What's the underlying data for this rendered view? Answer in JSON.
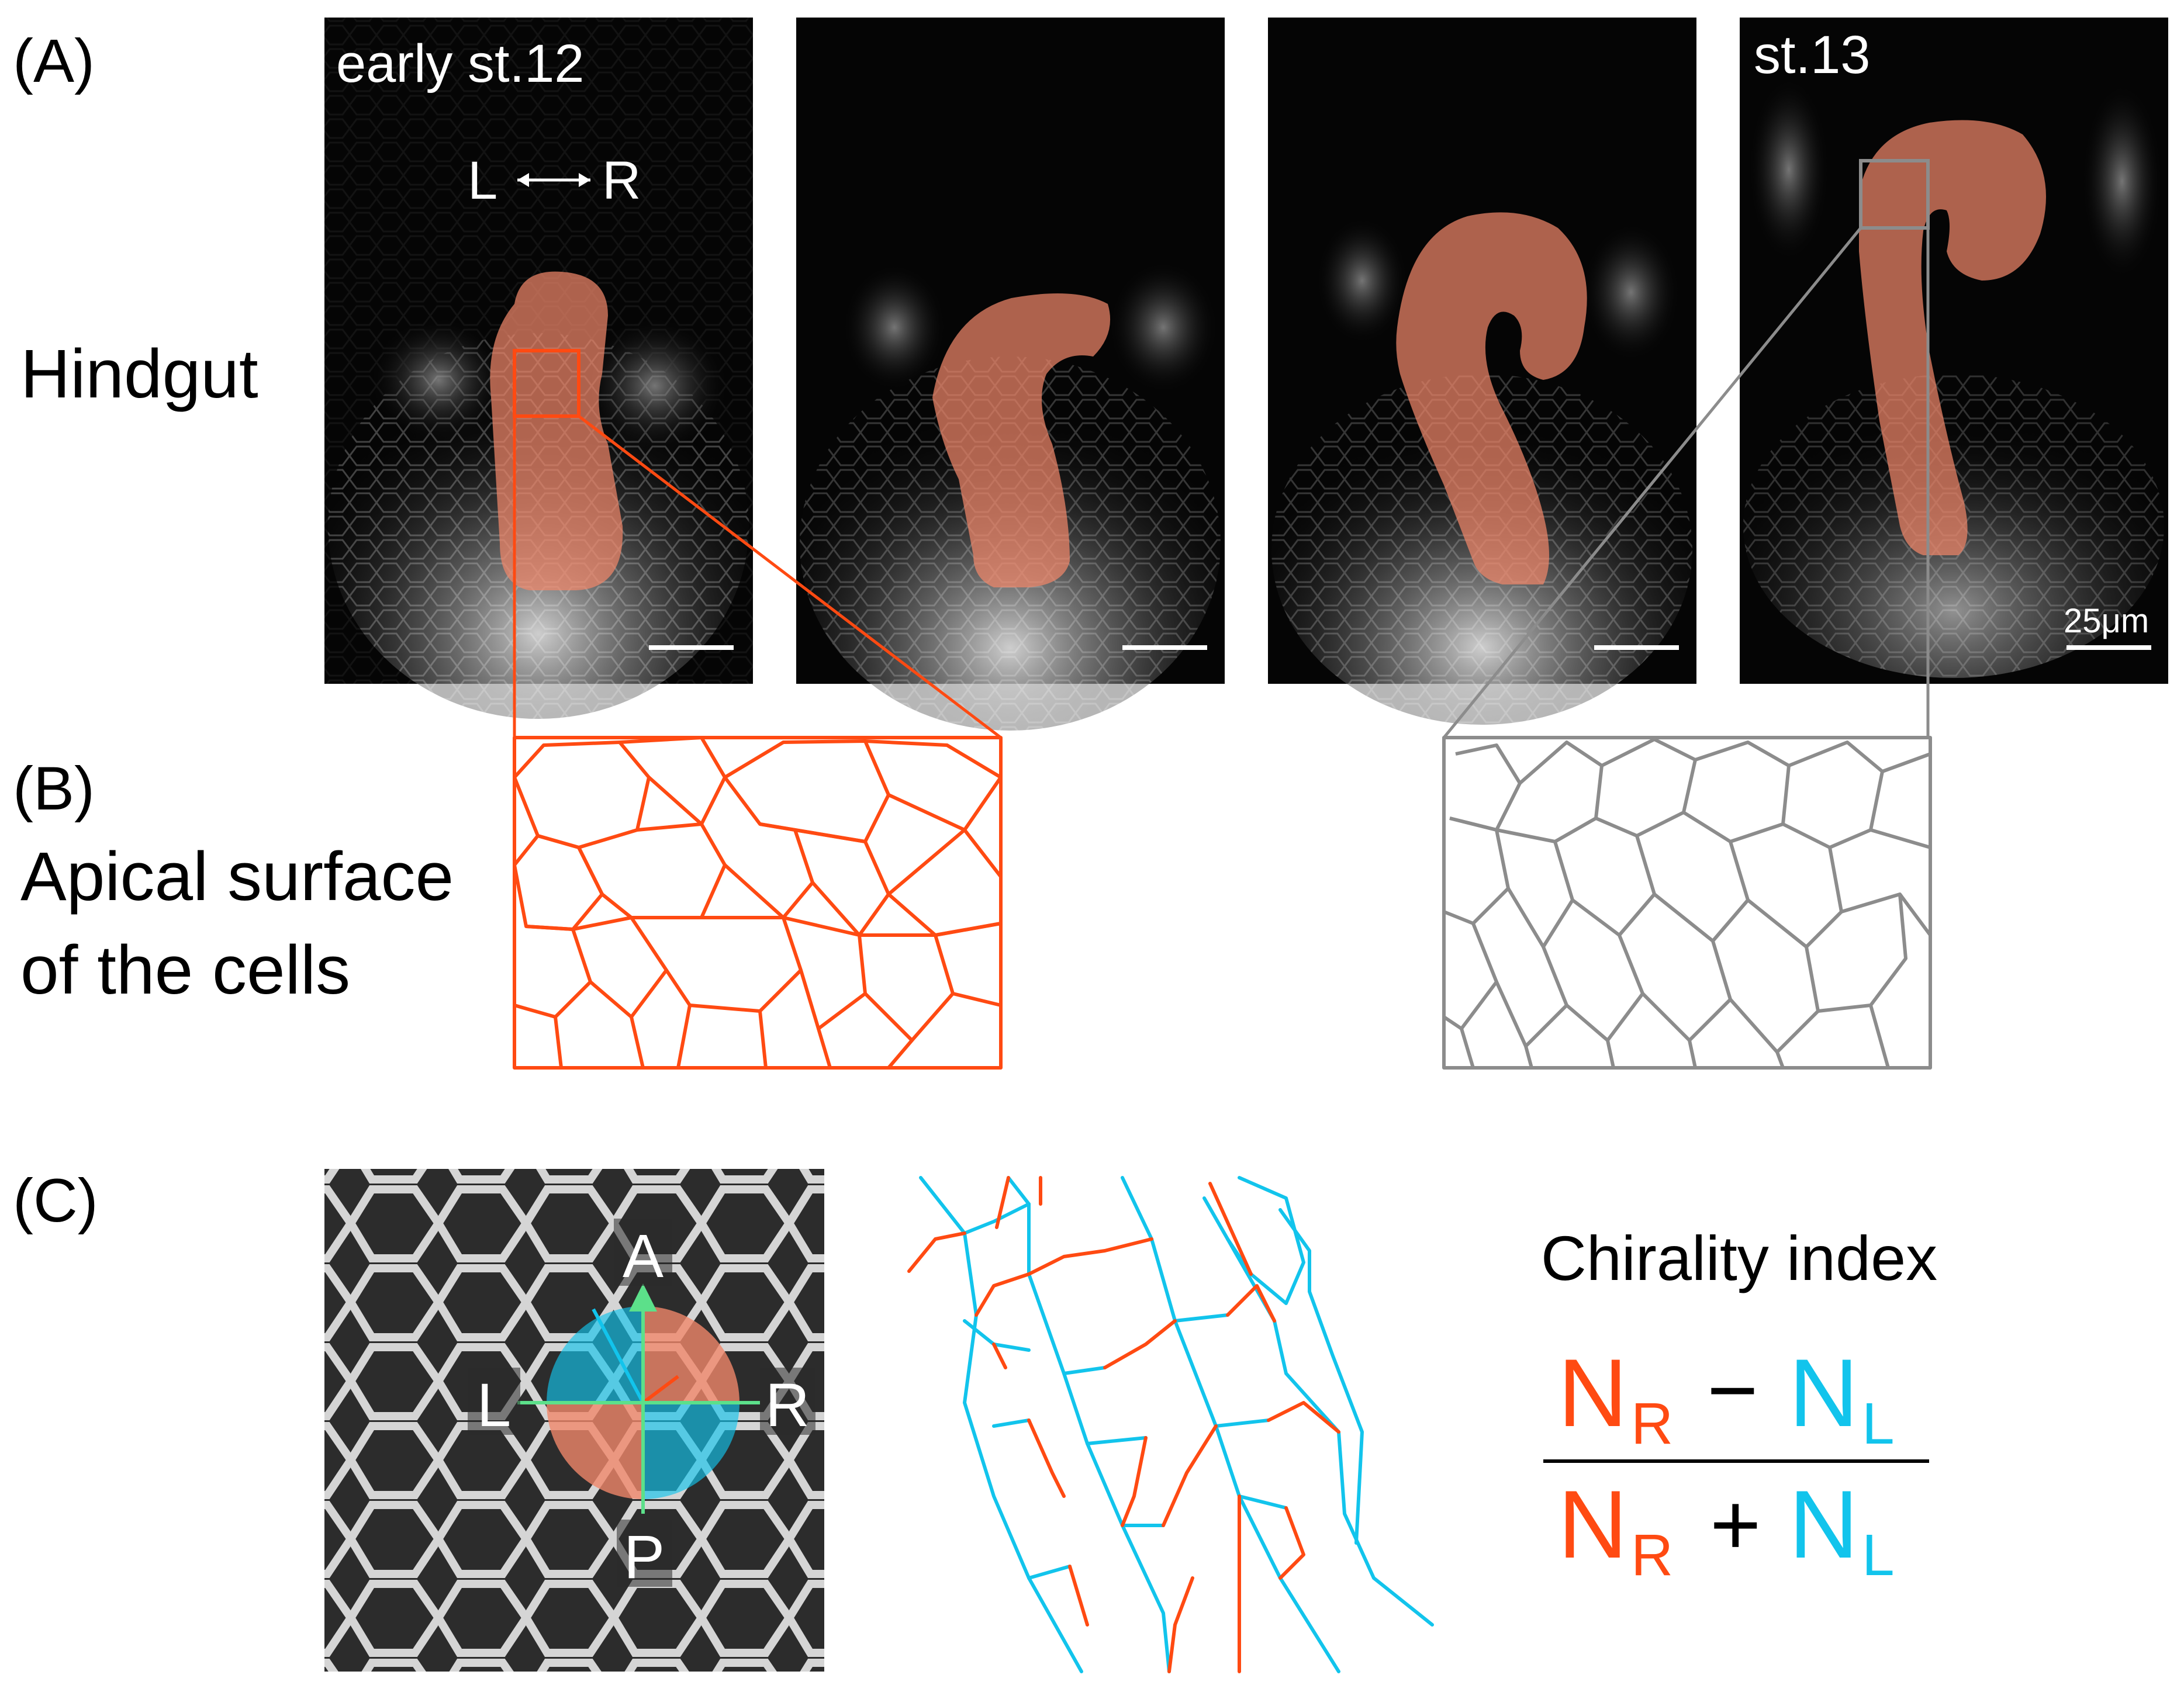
{
  "panel_a": {
    "label": "(A)",
    "row_label": "Hindgut",
    "stage_first": "early st.12",
    "stage_last": "st.13",
    "axis_left": "L",
    "axis_right": "R",
    "scalebar_text": "25μm"
  },
  "panel_b": {
    "label": "(B)",
    "row_label_line1": "Apical surface",
    "row_label_line2": "of the cells"
  },
  "panel_c": {
    "label": "(C)",
    "dir_a": "A",
    "dir_p": "P",
    "dir_l": "L",
    "dir_r": "R",
    "index_title": "Chirality index",
    "n_symbol": "N",
    "sub_right": "R",
    "sub_left": "L",
    "minus": "−",
    "plus": "+"
  },
  "colors": {
    "right_orange": "#ff4a12",
    "left_cyan": "#12c4ec",
    "gray_outline": "#8c8c8c",
    "axis_green": "#5ce08a",
    "gut_overlay": "#f0876a"
  }
}
